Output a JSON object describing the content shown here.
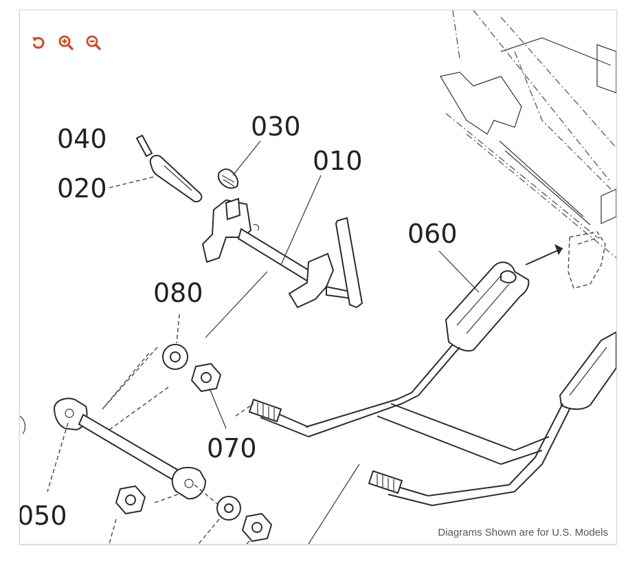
{
  "toolbar": {
    "accent_color": "#d4451c",
    "buttons": [
      {
        "name": "rotate-icon",
        "title": "Rotate"
      },
      {
        "name": "zoom-in-icon",
        "title": "Zoom in"
      },
      {
        "name": "zoom-out-icon",
        "title": "Zoom out"
      }
    ]
  },
  "diagram": {
    "labels": {
      "p010": "010",
      "p020": "020",
      "p030": "030",
      "p040": "040",
      "p050": "050",
      "p060": "060",
      "p070": "070",
      "p080": "080"
    }
  },
  "caption": "Diagrams Shown are for U.S. Models"
}
